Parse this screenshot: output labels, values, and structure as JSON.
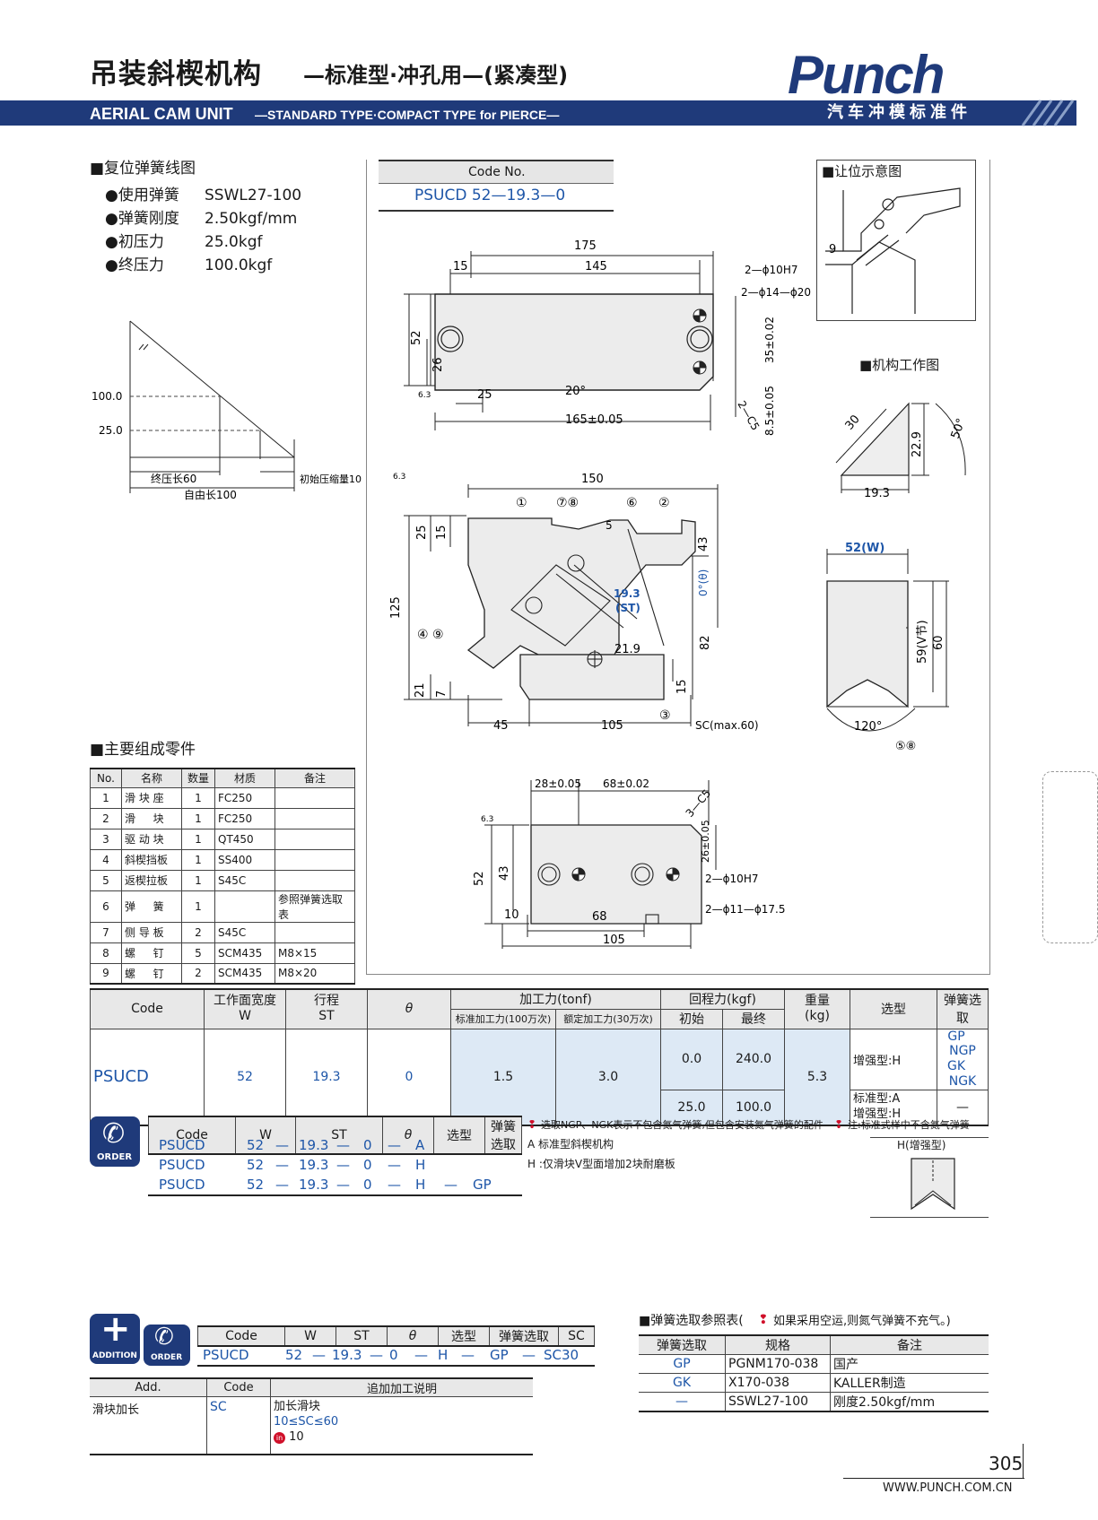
{
  "header": {
    "title_cn": "吊装斜楔机构",
    "title_cn_sub": "—标准型·冲孔用—(紧凑型)",
    "title_en": "AERIAL CAM UNIT",
    "title_en_sub": "—STANDARD TYPE·COMPACT TYPE for PIERCE—",
    "brand": "Punch",
    "brand_cn": "汽车冲模标准件"
  },
  "spring": {
    "heading": "■复位弹簧线图",
    "items": [
      {
        "label": "●使用弹簧",
        "value": "SSWL27-100"
      },
      {
        "label": "●弹簧刚度",
        "value": "2.50kgf/mm"
      },
      {
        "label": "●初压力",
        "value": "25.0kgf"
      },
      {
        "label": "●终压力",
        "value": "100.0kgf"
      }
    ],
    "graph": {
      "y1": "100.0",
      "y2": "25.0",
      "final_len": "终压长60",
      "init_comp": "初始压缩量10",
      "free_len": "自由长100"
    }
  },
  "code_box": {
    "label": "Code No.",
    "value": "PSUCD 52—19.3—0"
  },
  "clearance": {
    "heading": "■让位示意图",
    "dim": "9"
  },
  "mechanism": {
    "heading": "■机构工作图",
    "d1": "30",
    "d2": "22.9",
    "d3": "50°",
    "d4": "19.3"
  },
  "top_view": {
    "d175": "175",
    "d145": "145",
    "d15": "15",
    "d52": "52",
    "d26": "26",
    "d25": "25",
    "d20": "20°",
    "d165": "165±0.05",
    "d35": "35±0.02",
    "d85": "8.5±0.05",
    "h1": "2—ϕ10H7",
    "h2": "2—ϕ14—ϕ20",
    "c3": "2—C5",
    "r63": "6.3"
  },
  "front_view": {
    "d150": "150",
    "d125": "125",
    "d25": "25",
    "d15": "15",
    "d43": "43",
    "d0": "0°(θ)",
    "d193": "19.3",
    "st": "(ST)",
    "d82": "82",
    "d219": "21.9",
    "d21": "21",
    "d7": "7",
    "d15b": "15",
    "d45": "45",
    "d105": "105",
    "sc": "SC(max.60)",
    "c5": "5",
    "n1": "①",
    "n78": "⑦⑧",
    "n6": "⑥",
    "n2": "②",
    "n49": "④\n⑨",
    "n3": "③",
    "r63": "6.3"
  },
  "side_view": {
    "w": "52(W)",
    "v": "59(V节)",
    "h": "60",
    "angle": "120°",
    "n58": "⑤⑧"
  },
  "bottom_view": {
    "d28": "28±0.05",
    "d68a": "68±0.02",
    "c5": "3—C5",
    "d52": "52",
    "d43": "43",
    "d26": "26±0.05",
    "h1": "2—ϕ10H7",
    "h2": "2—ϕ11—ϕ17.5",
    "d10": "10",
    "d68": "68",
    "d105": "105",
    "r63": "6.3"
  },
  "parts": {
    "heading": "■主要组成零件",
    "columns": [
      "No.",
      "名称",
      "数量",
      "材质",
      "备注"
    ],
    "rows": [
      [
        "1",
        "滑 块 座",
        "1",
        "FC250",
        ""
      ],
      [
        "2",
        "滑 　 块",
        "1",
        "FC250",
        ""
      ],
      [
        "3",
        "驱 动 块",
        "1",
        "QT450",
        ""
      ],
      [
        "4",
        "斜楔挡板",
        "1",
        "SS400",
        ""
      ],
      [
        "5",
        "返楔拉板",
        "1",
        "S45C",
        ""
      ],
      [
        "6",
        "弹 　 簧",
        "1",
        "",
        "参照弹簧选取表"
      ],
      [
        "7",
        "侧 导 板",
        "2",
        "S45C",
        ""
      ],
      [
        "8",
        "螺 　 钉",
        "5",
        "SCM435",
        "M8×15"
      ],
      [
        "9",
        "螺 　 钉",
        "2",
        "SCM435",
        "M8×20"
      ]
    ]
  },
  "spec": {
    "h_code": "Code",
    "h_w": "工作面宽度",
    "h_w2": "W",
    "h_st": "行程",
    "h_st2": "ST",
    "h_theta": "θ",
    "h_force": "加工力(tonf)",
    "h_force_std": "标准加工力(100万次)",
    "h_force_rated": "额定加工力(30万次)",
    "h_return": "回程力(kgf)",
    "h_init": "初始",
    "h_final": "最终",
    "h_weight": "重量",
    "h_weight2": "(kg)",
    "h_type": "选型",
    "h_spring": "弹簧选取",
    "code": "PSUCD",
    "w": "52",
    "st": "19.3",
    "theta": "0",
    "std": "1.5",
    "rated": "3.0",
    "r1_init": "0.0",
    "r1_final": "240.0",
    "r2_init": "25.0",
    "r2_final": "100.0",
    "weight": "5.3",
    "type1": "增强型:H",
    "type2a": "标准型:A",
    "type2b": "增强型:H",
    "sp1": "GP",
    "sp2": "NGP",
    "sp3": "GK",
    "sp4": "NGK",
    "sp5": "—"
  },
  "order": {
    "icon": "ORDER",
    "columns": [
      "Code",
      "W",
      "ST",
      "θ",
      "选型",
      "弹簧选取"
    ],
    "rows": [
      [
        "PSUCD",
        "52",
        "—",
        "19.3",
        "—",
        "0",
        "—",
        "A",
        "",
        ""
      ],
      [
        "PSUCD",
        "52",
        "—",
        "19.3",
        "—",
        "0",
        "—",
        "H",
        "",
        ""
      ],
      [
        "PSUCD",
        "52",
        "—",
        "19.3",
        "—",
        "0",
        "—",
        "H",
        "—",
        "GP"
      ]
    ],
    "note1": "选取NGP、NGK表示不包含氮气弹簧,但包含安装氮气弹簧的配件",
    "note2": "注:标准式样中不含氮气弹簧",
    "note_a": "A 标准型斜楔机构",
    "note_h": "H :仅滑块V型面增加2块耐磨板",
    "h_caption": "H(增强型)"
  },
  "addition": {
    "icon_add": "ADDITION",
    "icon_order": "ORDER",
    "columns": [
      "Code",
      "W",
      "ST",
      "θ",
      "选型",
      "弹簧选取",
      "SC"
    ],
    "row": [
      "PSUCD",
      "52",
      "—",
      "19.3",
      "—",
      "0",
      "—",
      "H",
      "—",
      "GP",
      "—",
      "SC30"
    ],
    "add_cols": [
      "Add.",
      "Code",
      "追加加工说明"
    ],
    "add_name": "滑块加长",
    "add_code": "SC",
    "add_desc1": "加长滑块",
    "add_desc2": "10≤SC≤60",
    "add_desc3": "10",
    "add_in": "in"
  },
  "spring_table": {
    "heading": "■弹簧选取参照表(",
    "heading_note": "如果采用空运,则氮气弹簧不充气。)",
    "columns": [
      "弹簧选取",
      "规格",
      "备注"
    ],
    "rows": [
      [
        "GP",
        "PGNM170-038",
        "国产"
      ],
      [
        "GK",
        "X170-038",
        "KALLER制造"
      ],
      [
        "—",
        "SSWL27-100",
        "刚度2.50kgf/mm"
      ]
    ]
  },
  "footer": {
    "page": "305",
    "url": "WWW.PUNCH.COM.CN"
  },
  "colors": {
    "brand_blue": "#1f3a7a",
    "accent_blue": "#1e56a8",
    "cell_blue": "#dde9f5",
    "note_red": "#d0102a"
  }
}
